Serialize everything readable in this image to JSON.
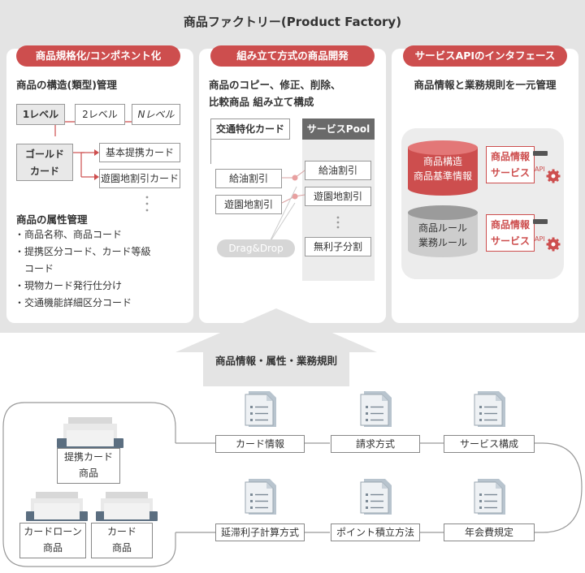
{
  "title": "商品ファクトリー(Product Factory)",
  "panel1": {
    "pill": "商品規格化/コンポネント化",
    "heading1": "商品の構造(類型)管理",
    "level1": "1レベル",
    "level2": "2レベル",
    "levelN": "Nレベル",
    "gold": "ゴールド",
    "card": "カード",
    "child1": "基本提携カード",
    "child2": "遊園地割引カード",
    "heading2": "商品の属性管理",
    "attrs": [
      "・商品名称、商品コード",
      "・提携区分コード、カード等級",
      "　コード",
      "・現物カード発行仕分け",
      "・交通機能詳細区分コード"
    ]
  },
  "panel2": {
    "pill": "組み立て方式の商品開発",
    "desc1": "商品のコピー、修正、削除、",
    "desc2": "比較商品 組み立て構成",
    "left_header": "交通特化カード",
    "left_items": [
      "給油割引",
      "遊園地割引"
    ],
    "right_header": "サービスPool",
    "right_items": [
      "給油割引",
      "遊園地割引",
      "無利子分割"
    ],
    "drag": "Drag&Drop"
  },
  "panel3": {
    "pill": "サービスAPIのインタフェース",
    "desc": "商品情報と業務規則を一元管理",
    "db1_line1": "商品構造",
    "db1_line2": "商品基準情報",
    "db2_line1": "商品ルール",
    "db2_line2": "業務ルール",
    "svc_line1": "商品情報",
    "svc_line2": "サービス",
    "api": "API"
  },
  "arrow_label": "商品情報・属性・業務規則",
  "products": {
    "teikei_line1": "提携カード",
    "teikei_line2": "商品",
    "loan_line1": "カードローン",
    "loan_line2": "商品",
    "card_line1": "カード",
    "card_line2": "商品"
  },
  "docs_row1": [
    "カード情報",
    "請求方式",
    "サービス構成"
  ],
  "docs_row2": [
    "延滞利子計算方式",
    "ポイント積立方法",
    "年会費規定"
  ],
  "colors": {
    "accent": "#cd4e4e",
    "band": "#e4e4e4",
    "db_gray": "#bdbdbd"
  }
}
